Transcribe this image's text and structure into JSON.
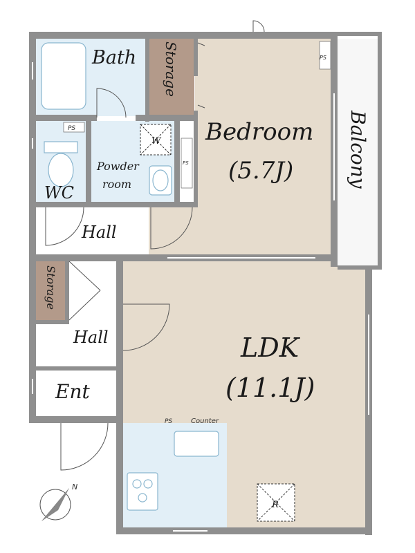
{
  "rooms": {
    "bath": "Bath",
    "storage_top": "Storage",
    "bedroom_name": "Bedroom",
    "bedroom_size": "(5.7J)",
    "balcony": "Balcony",
    "powder_room_line1": "Powder",
    "powder_room_line2": "room",
    "wc": "WC",
    "hall_upper": "Hall",
    "storage_left": "Storage",
    "hall_lower": "Hall",
    "entrance": "Ent",
    "ldk_name": "LDK",
    "ldk_size": "(11.1J)"
  },
  "fixtures": {
    "ps_1": "PS",
    "ps_2": "PS",
    "ps_3": "PS",
    "ps_4": "PS",
    "washer": "W",
    "counter": "Counter",
    "fridge": "R"
  },
  "compass": {
    "north": "N"
  },
  "colors": {
    "wall": "#8f8f8f",
    "floor_wood": "#e6dccd",
    "floor_tile": "#e2eff7",
    "storage": "#b39a8a",
    "balcony": "#f7f7f7"
  }
}
